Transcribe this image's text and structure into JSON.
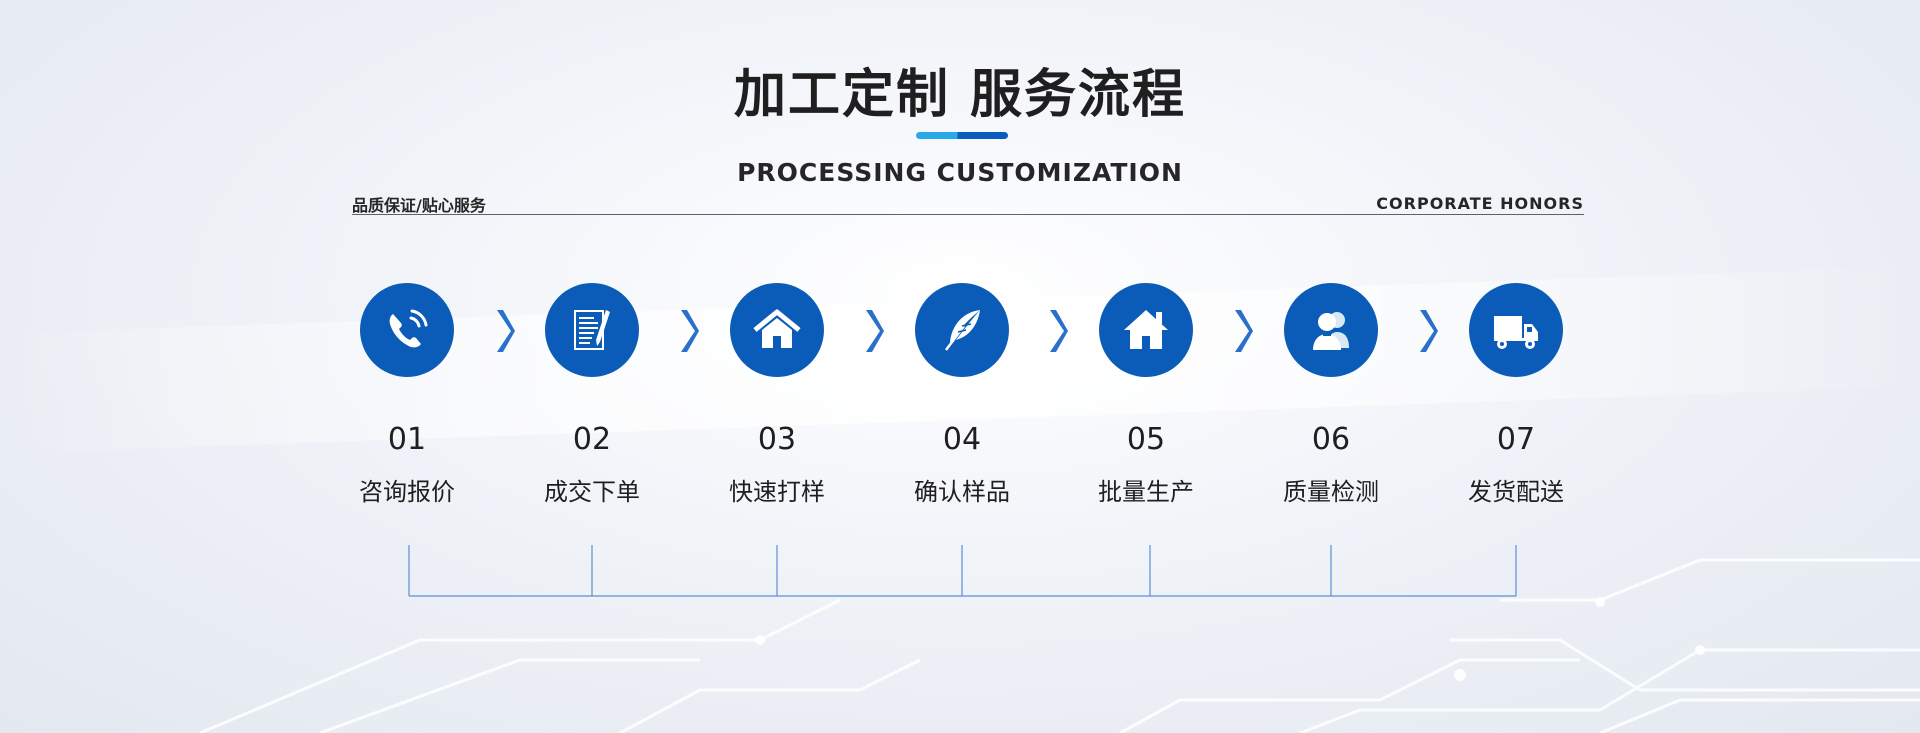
{
  "header": {
    "title_cn": "加工定制 服务流程",
    "title_en": "PROCESSING CUSTOMIZATION",
    "sub_left": "品质保证/贴心服务",
    "sub_right": "CORPORATE HONORS"
  },
  "colors": {
    "accent_blue": "#0b5cb8",
    "accent_light_blue": "#2aa9e8",
    "text_dark": "#1f1f1f"
  },
  "steps": [
    {
      "num": "01",
      "label": "咨询报价",
      "icon": "phone-icon"
    },
    {
      "num": "02",
      "label": "成交下单",
      "icon": "document-icon"
    },
    {
      "num": "03",
      "label": "快速打样",
      "icon": "home-icon"
    },
    {
      "num": "04",
      "label": "确认样品",
      "icon": "feather-icon"
    },
    {
      "num": "05",
      "label": "批量生产",
      "icon": "house-icon"
    },
    {
      "num": "06",
      "label": "质量检测",
      "icon": "user-group-icon"
    },
    {
      "num": "07",
      "label": "发货配送",
      "icon": "truck-icon"
    }
  ]
}
